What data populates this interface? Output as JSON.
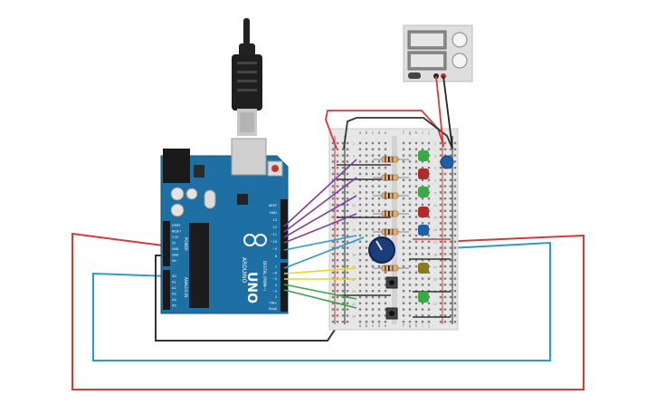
{
  "board": {
    "brand": "ARDUINO",
    "model": "UNO",
    "section_power": "POWER",
    "section_analog": "ANALOG IN",
    "section_digital": "DIGITAL (PWM~)",
    "power_pins": [
      "IOREF",
      "RESET",
      "3.3V",
      "5V",
      "GND",
      "GND",
      "Vin"
    ],
    "analog_pins": [
      "A0",
      "A1",
      "A2",
      "A3",
      "A4",
      "A5"
    ],
    "digital_pins_top": [
      "AREF",
      "GND",
      "13",
      "12",
      "~11",
      "~10",
      "~9",
      "8"
    ],
    "digital_pins_bottom": [
      "7",
      "~6",
      "~5",
      "4",
      "~3",
      "2",
      "TX▸1",
      "RX◂0"
    ]
  },
  "breadboard": {
    "col_letters_left": [
      "a",
      "b",
      "c",
      "d",
      "e"
    ],
    "col_letters_right": [
      "f",
      "g",
      "h",
      "i",
      "j"
    ],
    "row_numbers": [
      "1",
      "3",
      "5",
      "7",
      "9",
      "11",
      "13",
      "15",
      "17",
      "19",
      "21",
      "23",
      "25",
      "27",
      "29"
    ]
  },
  "colors": {
    "board": "#1e6fa3",
    "breadboard": "#e6e6e6",
    "wire_red": "#d33b3b",
    "wire_blue": "#2c9bc5",
    "wire_black": "#333333",
    "wire_purple": "#7b3fa0",
    "wire_yellow": "#e8d42a",
    "wire_green": "#3aa843"
  }
}
